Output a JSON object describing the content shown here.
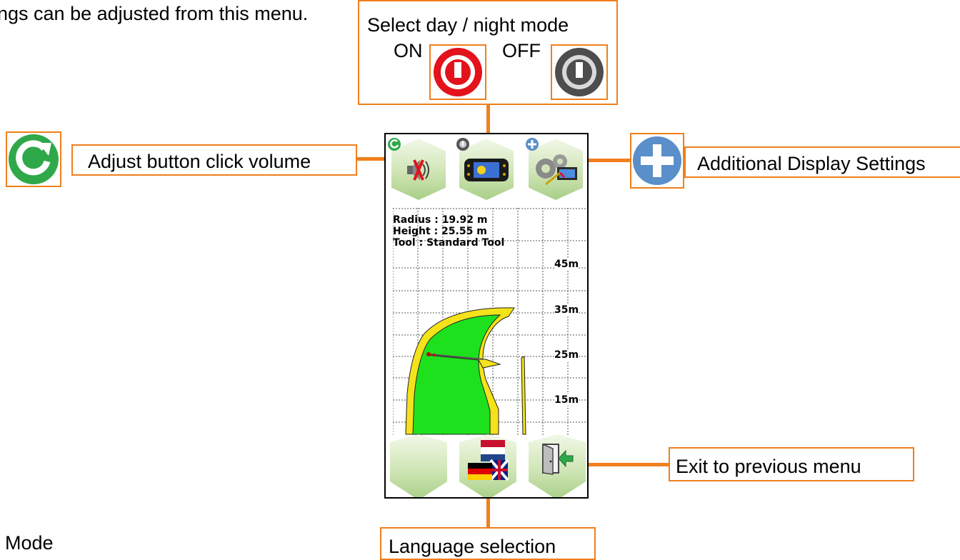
{
  "intro_text": "ngs can be adjusted from this menu.",
  "footer_text": "t Mode",
  "callouts": {
    "day_night": {
      "title": "Select day / night mode",
      "on_label": "ON",
      "off_label": "OFF"
    },
    "volume": "Adjust button click volume",
    "display": "Additional Display Settings",
    "exit": "Exit to previous menu",
    "language": "Language selection"
  },
  "device": {
    "info": {
      "radius": "Radius : 19.92 m",
      "height": "Height : 25.55 m",
      "tool": "Tool : Standard Tool"
    },
    "axis_labels": [
      "45m",
      "35m",
      "25m",
      "15m"
    ]
  },
  "colors": {
    "accent": "#f07f1c",
    "on_red": "#e3121b",
    "off_gray": "#5a5a5a",
    "plus_blue": "#5b8fc9",
    "reach_green": "#1ee11e",
    "reach_yellow": "#f4e21a"
  }
}
